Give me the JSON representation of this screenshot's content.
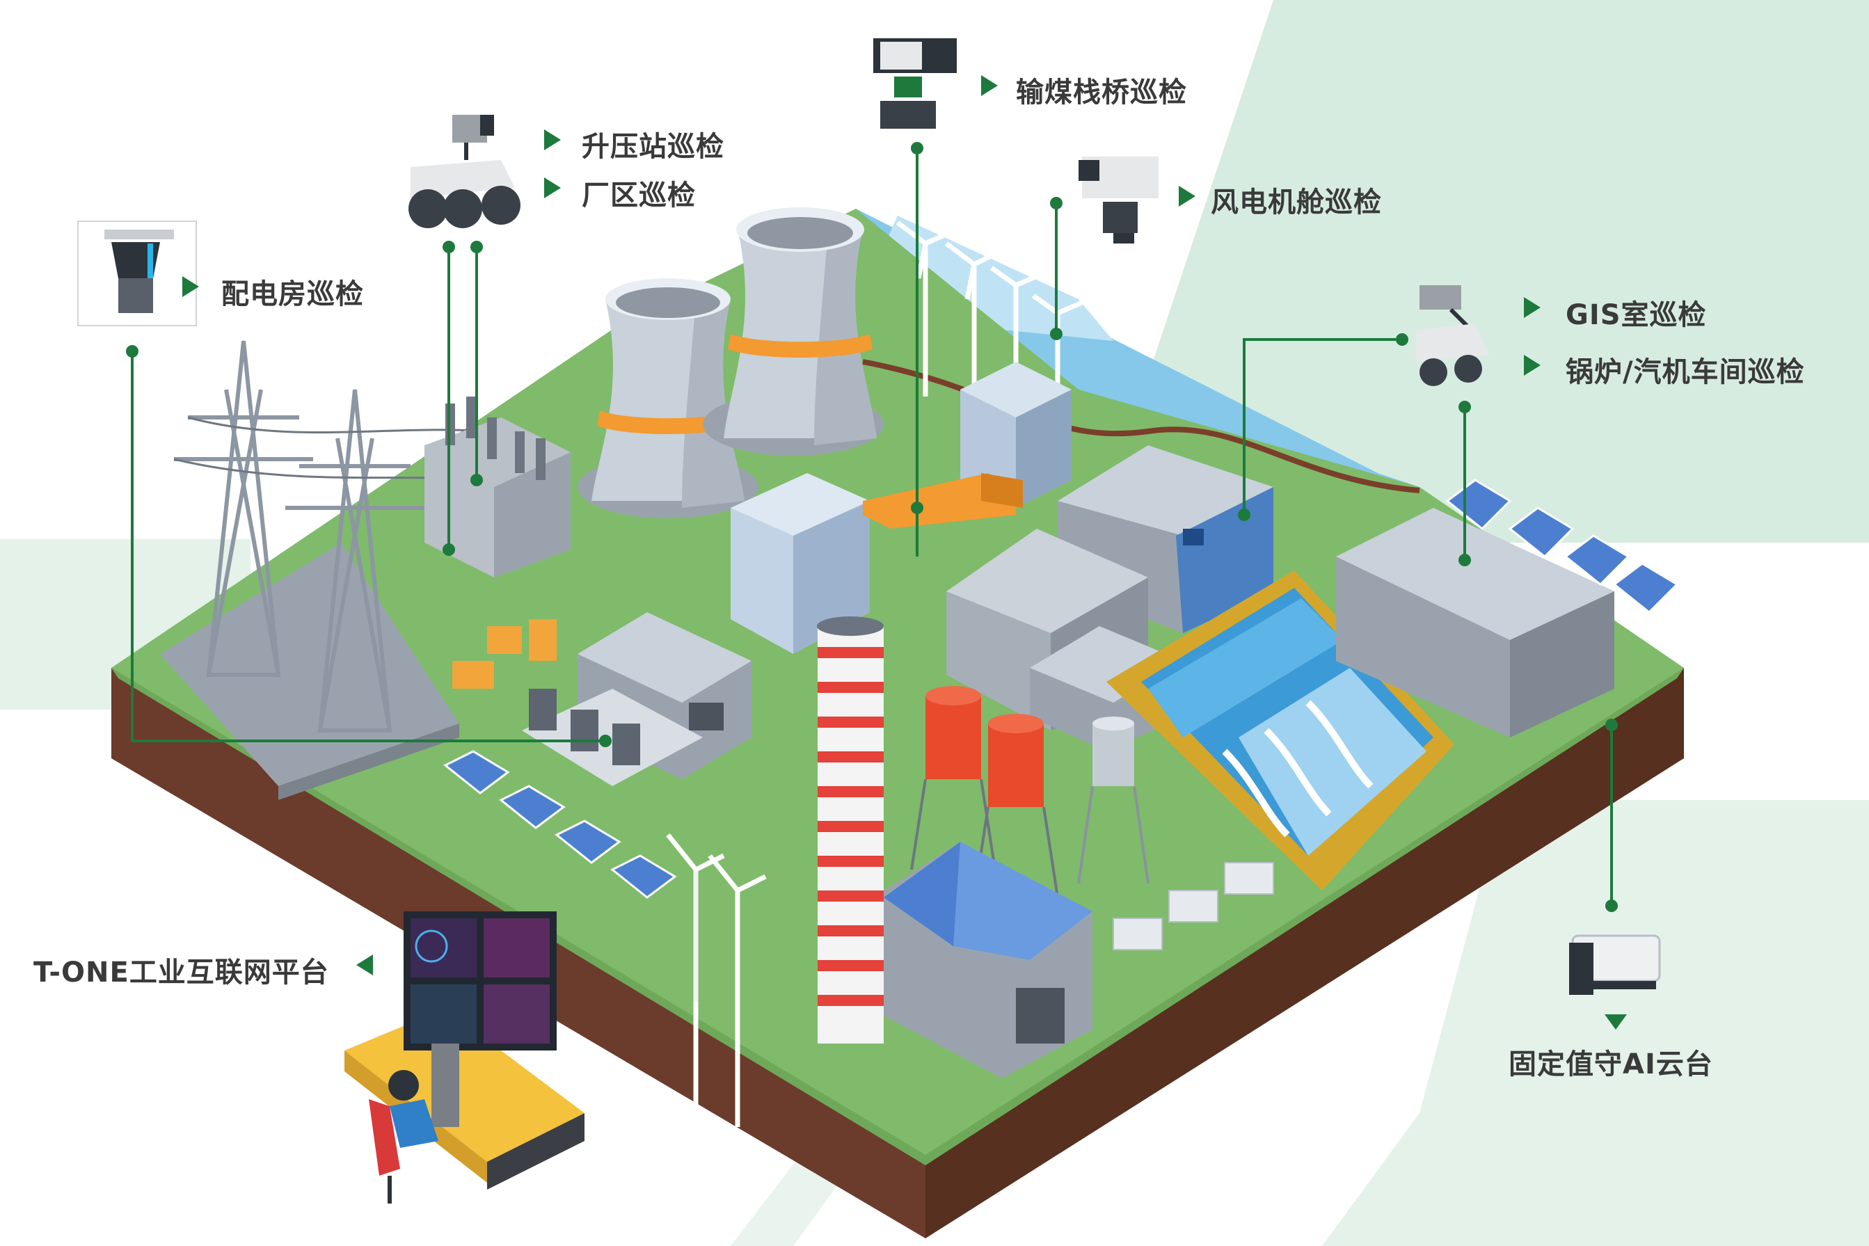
{
  "labels": {
    "substation_patrol": "升压站巡检",
    "plant_patrol": "厂区巡检",
    "distribution_room_patrol": "配电房巡检",
    "coal_trestle_patrol": "输煤栈桥巡检",
    "wind_nacelle_patrol": "风电机舱巡检",
    "gis_room_patrol": "GIS室巡检",
    "boiler_turbine_patrol": "锅炉/汽机车间巡检",
    "platform": "T-ONE工业互联网平台",
    "fixed_ai_ptz": "固定值守AI云台"
  },
  "colors": {
    "accent": "#1d7a3c",
    "ground": "#7fbb6a",
    "soil": "#6b3b2b",
    "water": "#4aa6dc",
    "background_band": "#d6ece0"
  }
}
